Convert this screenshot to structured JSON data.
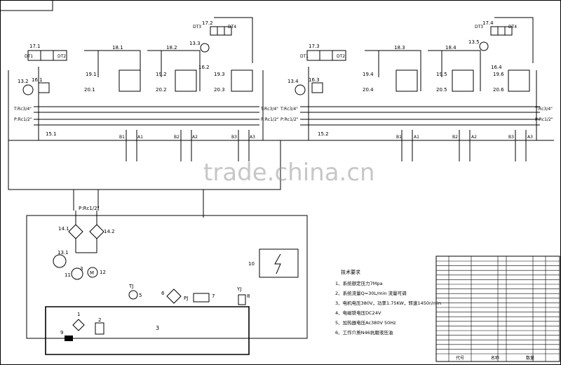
{
  "watermark": "trade.china.cn",
  "left_circuit": {
    "labels": {
      "a": "17.1",
      "b": "DT1",
      "c": "DT2",
      "d": "18.1",
      "e": "18.2",
      "f": "17.2",
      "g": "DT3",
      "h": "DT4",
      "i": "13.3",
      "j": "16.2",
      "k": "13.2",
      "l": "16.1",
      "m": "19.1",
      "n": "20.1",
      "o": "19.2",
      "p": "20.2",
      "q": "19.3",
      "r": "20.3",
      "port_t": "T:Rc3/4\"",
      "port_p": "P:Rc1/2\"",
      "port_t_r": "T:Rc3/4\"",
      "port_p_r": "P:Rc1/2\"",
      "line": "15.1",
      "b1": "B1",
      "a1": "A1",
      "b2": "B2",
      "a2": "A2",
      "b3": "B3",
      "a3": "A3"
    }
  },
  "right_circuit": {
    "labels": {
      "a": "17.3",
      "b": "DT1",
      "c": "DT2",
      "d": "18.3",
      "e": "18.4",
      "f": "17.4",
      "g": "DT3",
      "h": "DT4",
      "i": "13.5",
      "j": "16.4",
      "k": "13.4",
      "l": "16.3",
      "m": "19.4",
      "n": "20.4",
      "o": "19.5",
      "p": "20.5",
      "q": "19.6",
      "r": "20.6",
      "port_t": "T:Rc3/4\"",
      "port_p": "P:Rc1/2\"",
      "port_t_r": "T:Rc3/4\"",
      "port_p_r": "P:Rc1/2\"",
      "line": "15.2",
      "b1": "B1",
      "a1": "A1",
      "b2": "B2",
      "a2": "A2",
      "b3": "B3",
      "a3": "A3"
    }
  },
  "power_unit": {
    "port": "P:Rc1/2\"",
    "filter_l": "14.1",
    "filter_r": "14.2",
    "gauge": "13.1",
    "pump": "11",
    "coupling": "3",
    "motor": "12",
    "electrical": "10",
    "temp_label": "TJ",
    "temp_num": "5",
    "cooler": "6",
    "pressure_switch": "PJ",
    "valve": "7",
    "level_label": "YJ",
    "level_num": "8",
    "tank": "3",
    "drain": "9",
    "breather": "2",
    "filter_in": "1"
  },
  "notes": {
    "heading": "技术要求",
    "items": [
      "1、系统额定压力7Mpa",
      "2、系统流量Q=30L/min 流量可调",
      "3、电机电压380V，功率1.75KW，转速1450r/min",
      "4、电磁铁电压DC24V",
      "5、加热器电压Ac380V 50Hz",
      "6、工作介质N46抗磨液压油"
    ]
  },
  "parts_table": {
    "header": [
      "代号",
      "名称",
      "数量"
    ]
  }
}
